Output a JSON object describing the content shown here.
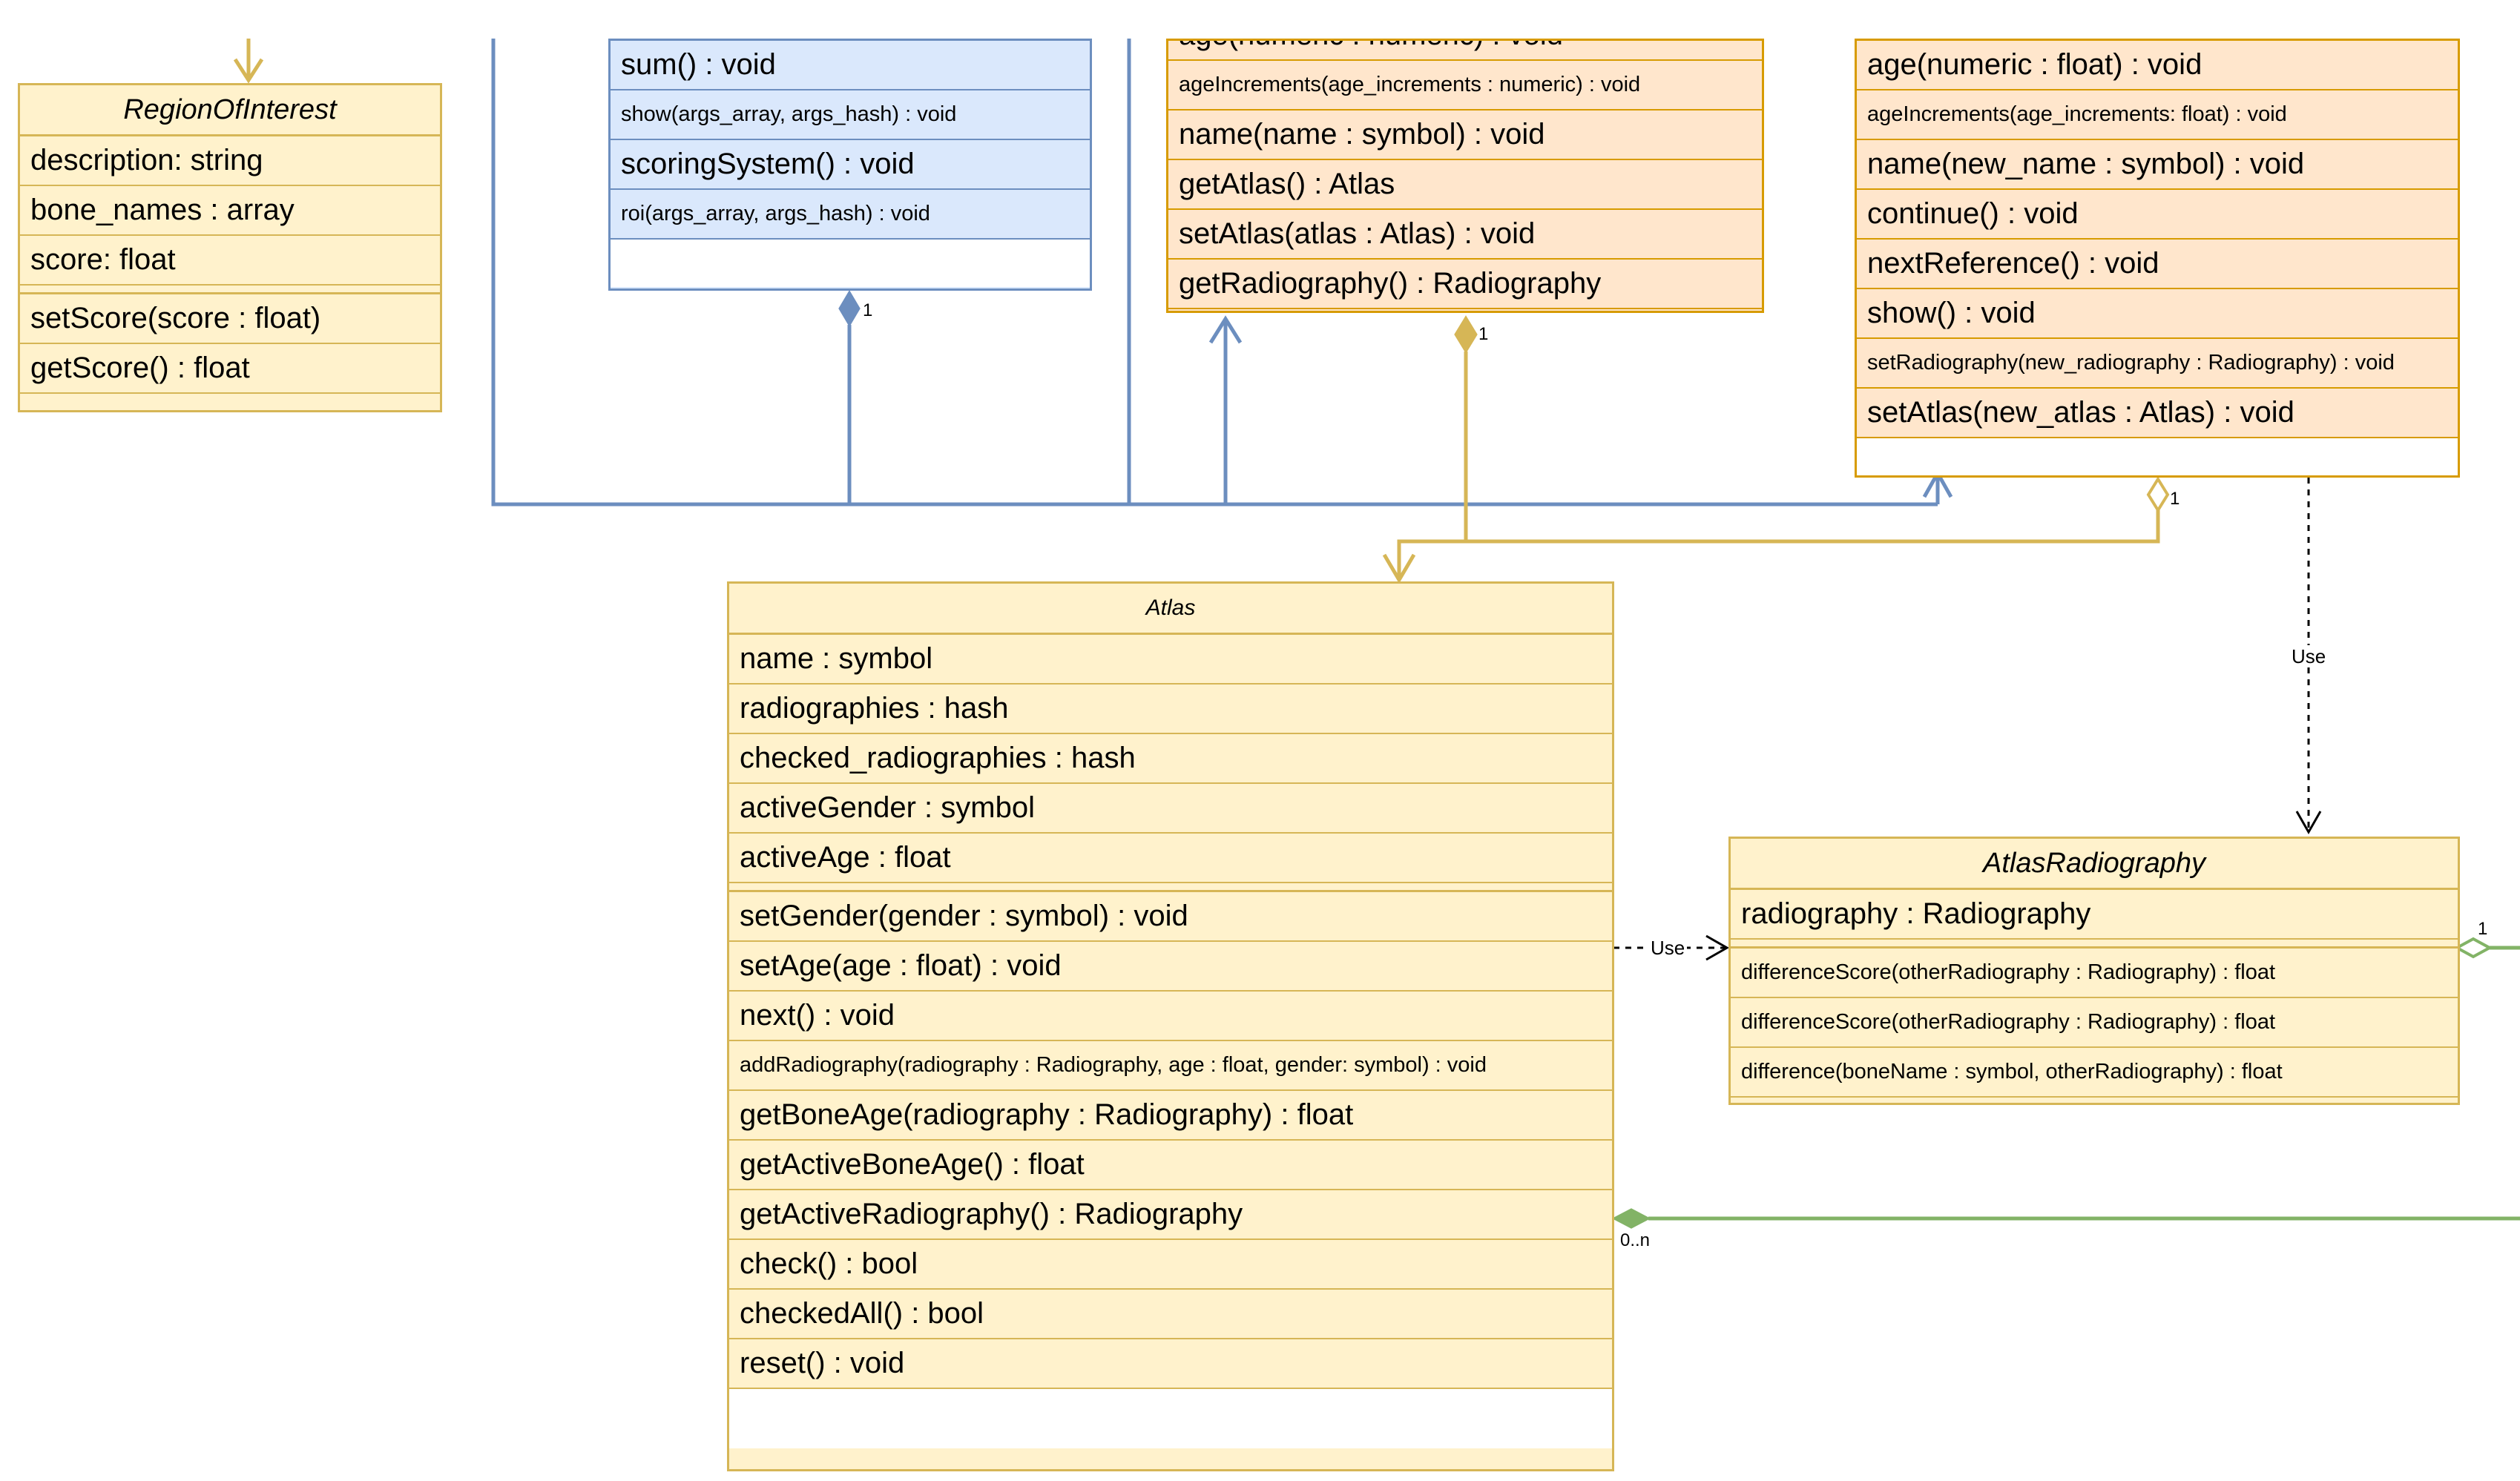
{
  "colors": {
    "yellow_fill": "#fff2cc",
    "yellow_stroke": "#d6b656",
    "blue_fill": "#dae8fc",
    "blue_stroke": "#6c8ebf",
    "orange_fill": "#ffe6cc",
    "orange_stroke": "#d79b00",
    "green_stroke": "#82b366"
  },
  "region_of_interest": {
    "name": "RegionOfInterest",
    "attributes": [
      "description: string",
      "bone_names : array",
      "score: float"
    ],
    "methods": [
      "setScore(score : float)",
      "getScore() : float"
    ]
  },
  "blue_class": {
    "methods": [
      "sum() : void",
      "show(args_array, args_hash) : void",
      "scoringSystem() : void",
      "roi(args_array, args_hash) : void"
    ]
  },
  "orange_class_a": {
    "methods": [
      "age(numeric : numeric) : void",
      "ageIncrements(age_increments : numeric) : void",
      "name(name : symbol) : void",
      "getAtlas() : Atlas",
      "setAtlas(atlas : Atlas) : void",
      "getRadiography() : Radiography"
    ]
  },
  "orange_class_b": {
    "methods": [
      "age(numeric : float) : void",
      "ageIncrements(age_increments: float) : void",
      "name(new_name : symbol) : void",
      "continue() : void",
      "nextReference() : void",
      "show() : void",
      "setRadiography(new_radiography : Radiography) : void",
      "setAtlas(new_atlas : Atlas) : void"
    ]
  },
  "atlas": {
    "name": "Atlas",
    "attributes": [
      "name : symbol",
      "radiographies : hash",
      "checked_radiographies : hash",
      "activeGender : symbol",
      "activeAge : float"
    ],
    "methods": [
      "setGender(gender : symbol) : void",
      "setAge(age : float) : void",
      "next() : void",
      "addRadiography(radiography : Radiography, age : float, gender: symbol) : void",
      "getBoneAge(radiography : Radiography) : float",
      "getActiveBoneAge() : float",
      "getActiveRadiography() : Radiography",
      "check() : bool",
      "checkedAll() : bool",
      "reset() : void"
    ]
  },
  "atlas_radiography": {
    "name": "AtlasRadiography",
    "attributes": [
      "radiography : Radiography"
    ],
    "methods": [
      "differenceScore(otherRadiography : Radiography) : float",
      "differenceScore(otherRadiography : Radiography) : float",
      "difference(boneName : symbol, otherRadiography) : float"
    ]
  },
  "relations": {
    "use_label_vertical": "Use",
    "use_label_horizontal": "Use",
    "mult_blue": "1",
    "mult_orange_a": "1",
    "mult_orange_b": "1",
    "mult_atlasradiography": "1",
    "mult_atlas_green": "0..n"
  }
}
